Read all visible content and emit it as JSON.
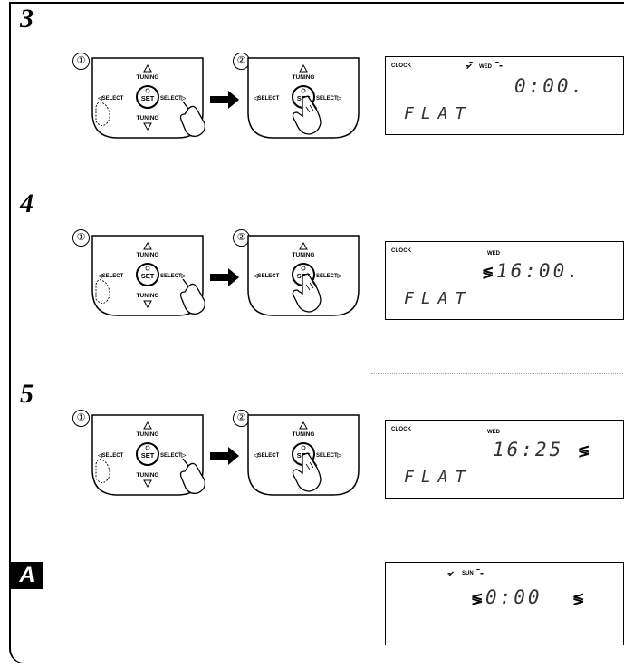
{
  "steps": [
    {
      "number": "3",
      "circle1": "①",
      "circle2": "②",
      "remote": {
        "tuning_top": "TUNING",
        "tuning_bottom": "TUNING",
        "set": "SET",
        "select_left": "◁SELECT",
        "select_right": "SELECT▷"
      },
      "lcd": {
        "clock": "CLOCK",
        "day": "WED",
        "time": "0:00.",
        "mode": "FLAT"
      }
    },
    {
      "number": "4",
      "circle1": "①",
      "circle2": "②",
      "remote": {
        "tuning_top": "TUNING",
        "tuning_bottom": "TUNING",
        "set": "SET",
        "select_left": "◁SELECT",
        "select_right": "SELECT▷"
      },
      "lcd": {
        "clock": "CLOCK",
        "day": "WED",
        "time": "16:00.",
        "mode": "FLAT"
      }
    },
    {
      "number": "5",
      "circle1": "①",
      "circle2": "②",
      "remote": {
        "tuning_top": "TUNING",
        "tuning_bottom": "TUNING",
        "set": "SET",
        "select_left": "◁SELECT",
        "select_right": "SELECT▷"
      },
      "lcd": {
        "clock": "CLOCK",
        "day": "WED",
        "time": "16:25",
        "mode": "FLAT"
      }
    }
  ],
  "section_a": {
    "label": "A",
    "lcd": {
      "day": "SUN",
      "time": "0:00"
    }
  }
}
